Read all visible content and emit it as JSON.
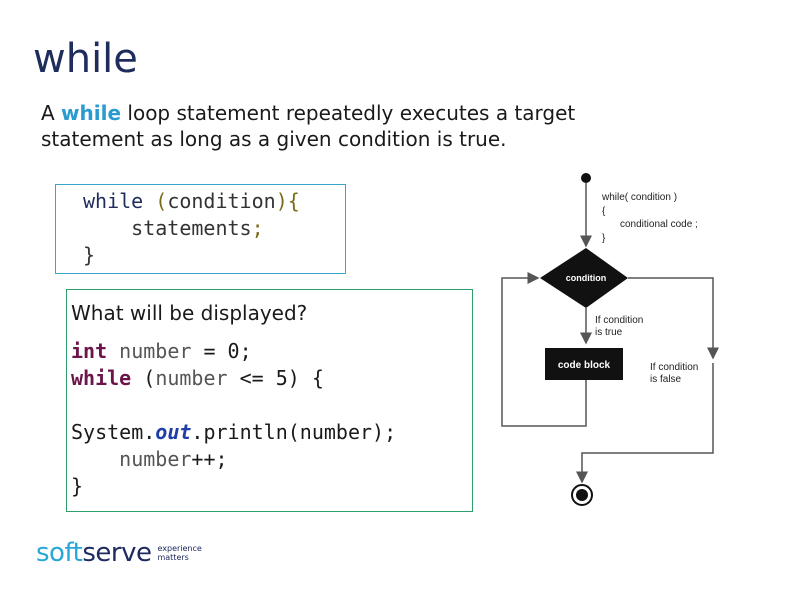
{
  "slide": {
    "title": "while",
    "intro": {
      "prefix": "A ",
      "keyword": "while",
      "suffix": " loop statement repeatedly executes a target statement as long as a given condition is true."
    }
  },
  "syntax": {
    "line1_kw": "while",
    "line1_paren": "(",
    "line1_cond": "condition",
    "line1_close": "){",
    "line2": "statements",
    "line2_semi": ";",
    "line3": "}"
  },
  "question": {
    "text": "What will be displayed?",
    "code": {
      "l1_kw": "int",
      "l1_var": "number",
      "l1_rest": " = 0;",
      "l2_kw": "while",
      "l2_open": " (",
      "l2_var": "number",
      "l2_rest": " <= 5) {",
      "l4_a": "System.",
      "l4_out": "out",
      "l4_b": ".println(number);",
      "l5_var": "number",
      "l5_rest": "++;",
      "l6": "}"
    }
  },
  "diagram": {
    "code_line1": "while( condition )",
    "code_line2": "{",
    "code_line3": "conditional code ;",
    "code_line4": "}",
    "decision_label": "condition",
    "true_line1": "If condition",
    "true_line2": "is true",
    "block_label": "code block",
    "false_line1": "If condition",
    "false_line2": "is false",
    "colors": {
      "node": "#111111",
      "line": "#555555",
      "text": "#222222"
    }
  },
  "logo": {
    "part1": "soft",
    "part2": "serve",
    "tag_line1": "experience",
    "tag_line2": "matters",
    "colors": {
      "part1": "#29a7d6",
      "part2": "#1e2a60"
    }
  }
}
